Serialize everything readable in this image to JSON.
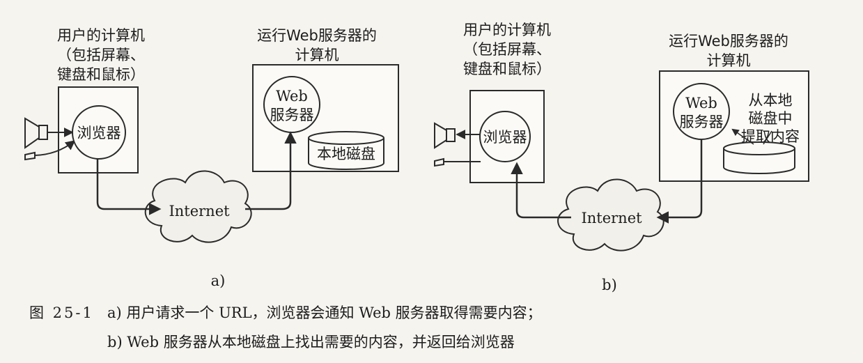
{
  "panel_a": {
    "user_label": [
      "用户的计算机",
      "（包括屏幕、",
      "键盘和鼠标）"
    ],
    "server_label": [
      "运行Web服务器的",
      "计算机"
    ],
    "browser": "浏览器",
    "web_server": [
      "Web",
      "服务器"
    ],
    "local_disk": "本地磁盘",
    "internet": "Internet",
    "sub_label": "a)"
  },
  "panel_b": {
    "user_label": [
      "用户的计算机",
      "（包括屏幕、",
      "键盘和鼠标）"
    ],
    "server_label": [
      "运行Web服务器的",
      "计算机"
    ],
    "browser": "浏览器",
    "web_server": [
      "Web",
      "服务器"
    ],
    "fetch_note": [
      "从本地",
      "磁盘中",
      "提取内容"
    ],
    "internet": "Internet",
    "sub_label": "b)"
  },
  "caption": {
    "figure_number": "图 25-1",
    "line1": "a) 用户请求一个 URL，浏览器会通知 Web 服务器取得需要内容；",
    "line2": "b) Web 服务器从本地磁盘上找出需要的内容，并返回给浏览器"
  }
}
